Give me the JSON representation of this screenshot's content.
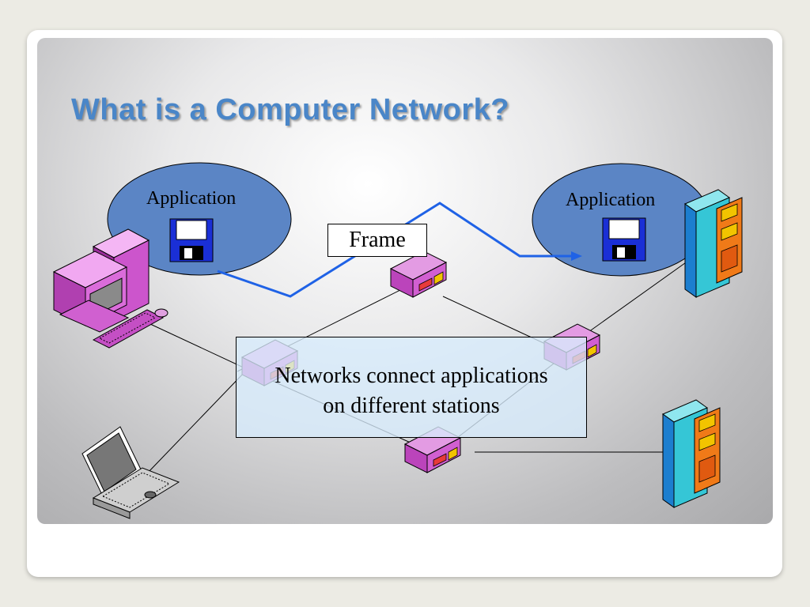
{
  "title": "What is a Computer Network?",
  "nodes": {
    "left_application_label": "Application",
    "right_application_label": "Application",
    "frame_label": "Frame"
  },
  "caption": {
    "line1": "Networks connect applications",
    "line2": "on different stations"
  },
  "colors": {
    "title": "#4a86c8",
    "application_bubble": "#5b85c5",
    "frame_path": "#1f62e6",
    "router": "#cc55cc",
    "server": "#35c6d6",
    "caption_fill": "#d7ecfc"
  },
  "icons": [
    "floppy-disk-icon",
    "desktop-computer-icon",
    "laptop-icon",
    "router-icon",
    "server-icon"
  ]
}
